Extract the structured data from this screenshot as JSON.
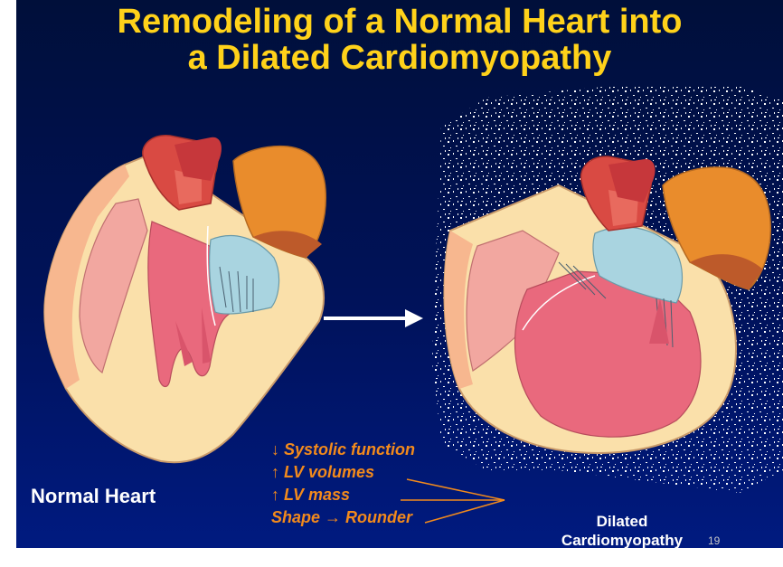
{
  "title_line1": "Remodeling of a Normal Heart into",
  "title_line2": "a Dilated Cardiomyopathy",
  "normal_label": "Normal Heart",
  "dcm_label_line1": "Dilated",
  "dcm_label_line2": "Cardiomyopathy",
  "changes": [
    "↓ Systolic function",
    "↑ LV volumes",
    "↑ LV mass",
    "Shape → Rounder"
  ],
  "page_number": "19",
  "colors": {
    "background": "#00125a",
    "title": "#ffd21a",
    "changes_text": "#f28a1c",
    "label_text": "#ffffff"
  }
}
